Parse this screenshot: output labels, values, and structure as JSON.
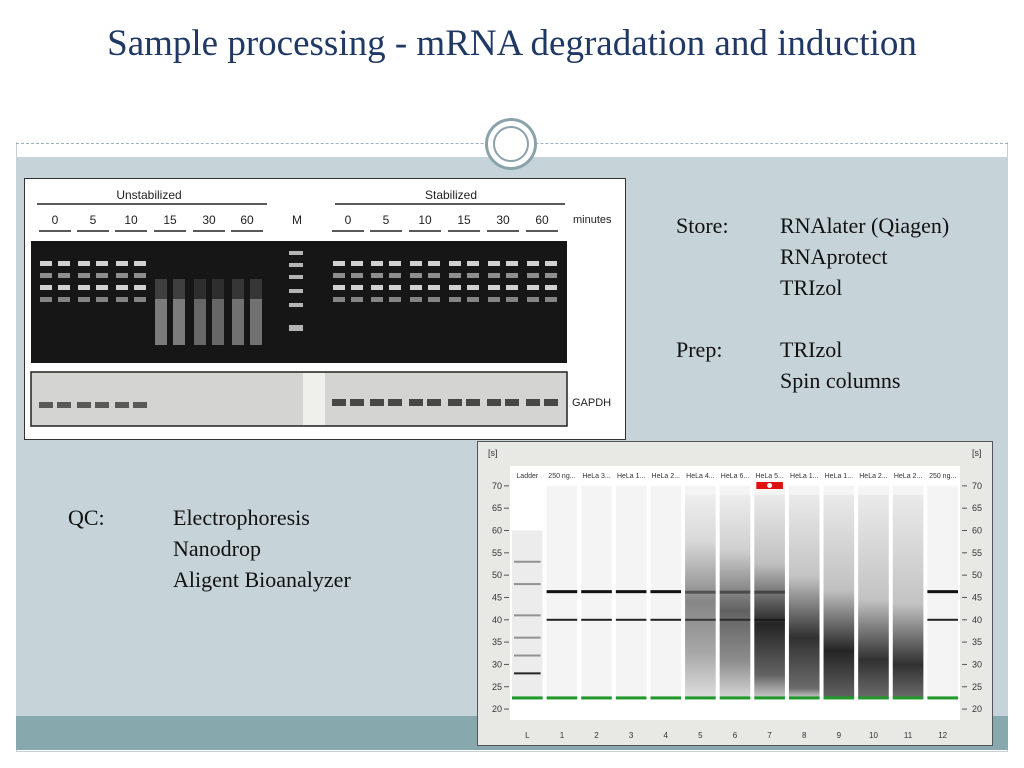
{
  "slide": {
    "title": "Sample processing - mRNA degradation and induction"
  },
  "store": {
    "label": "Store:",
    "items": [
      "RNAlater (Qiagen)",
      "RNAprotect",
      "TRIzol"
    ]
  },
  "prep": {
    "label": "Prep:",
    "items": [
      "TRIzol",
      "Spin columns"
    ]
  },
  "qc": {
    "label": "QC:",
    "items": [
      "Electrophoresis",
      "Nanodrop",
      "Aligent Bioanalyzer"
    ]
  },
  "gel": {
    "group_unstabilized": "Unstabilized",
    "group_stabilized": "Stabilized",
    "times": [
      "0",
      "5",
      "10",
      "15",
      "30",
      "60"
    ],
    "marker": "M",
    "units": "minutes",
    "gapdh": "GAPDH",
    "unstab_intensity": [
      1,
      1,
      1,
      0.25,
      0.15,
      0.2
    ],
    "gapdh_unstab": [
      1,
      1,
      1,
      0,
      0,
      0
    ]
  },
  "bioanalyzer": {
    "axis_unit": "[s]",
    "yticks": [
      70,
      65,
      60,
      55,
      50,
      45,
      40,
      35,
      30,
      25,
      20
    ],
    "ylim": [
      18,
      74
    ],
    "headers": [
      "Ladder",
      "250 ng...",
      "HeLa 3...",
      "HeLa 1...",
      "HeLa 2...",
      "HeLa 4...",
      "HeLa 6...",
      "HeLa 5...",
      "HeLa 1...",
      "HeLa 1...",
      "HeLa 2...",
      "HeLa 2...",
      "250 ng..."
    ],
    "lanes": [
      "L",
      "1",
      "2",
      "3",
      "4",
      "5",
      "6",
      "7",
      "8",
      "9",
      "10",
      "11",
      "12"
    ],
    "ladder_bands": [
      53,
      48,
      41,
      36,
      32,
      28
    ],
    "sharp_lanes": [
      1,
      2,
      3,
      4,
      12
    ],
    "band_upper": 46.3,
    "band_lower": 40,
    "marker_line": 22.5,
    "smear_center": [
      0,
      0,
      0,
      0,
      0,
      44,
      42,
      39,
      36,
      33,
      31,
      30,
      0
    ],
    "smear_strength": [
      0,
      0,
      0,
      0,
      0,
      0.45,
      0.6,
      0.85,
      0.8,
      0.85,
      0.8,
      0.8,
      0
    ]
  }
}
